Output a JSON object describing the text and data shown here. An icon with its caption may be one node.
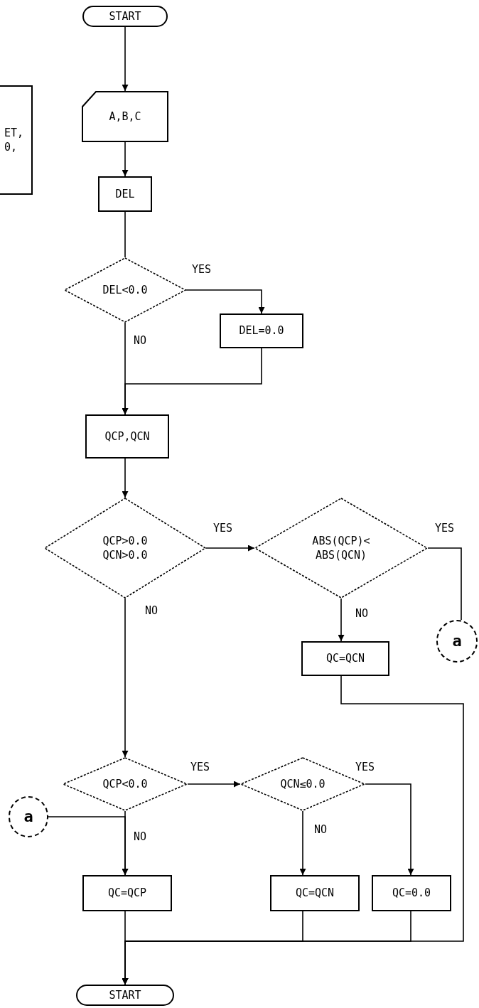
{
  "diagram": {
    "nodes": [
      {
        "text": [
          "START"
        ]
      },
      {
        "text": [
          "ET, 0,"
        ]
      },
      {
        "text": [
          "A,B,C"
        ]
      },
      {
        "text": [
          "DEL"
        ]
      },
      {
        "text": [
          "DEL<0.0"
        ]
      },
      {
        "text": [
          "DEL=0.0"
        ]
      },
      {
        "text": [
          "QCP,QCN"
        ]
      },
      {
        "text": [
          "QCP>0.0 QCN>0.0"
        ]
      },
      {
        "text": [
          "ABS(QCP)< ABS(QCN)"
        ]
      },
      {
        "text": [
          "a"
        ]
      },
      {
        "text": [
          "QC=QCN"
        ]
      },
      {
        "text": [
          "QCP<0.0"
        ]
      },
      {
        "text": [
          "QCN≤0.0"
        ]
      },
      {
        "text": [
          "a"
        ]
      },
      {
        "text": [
          "QC=QCP"
        ]
      },
      {
        "text": [
          "QC=QCN"
        ]
      },
      {
        "text": [
          "QC=0.0"
        ]
      },
      {
        "text": [
          "START"
        ]
      }
    ],
    "edges": [
      {
        "from": 0,
        "to": 2,
        "arrow": "to"
      },
      {
        "from": 2,
        "to": 3,
        "arrow": "to"
      },
      {
        "from": 3,
        "to": 4,
        "arrow": "none"
      },
      {
        "from": 4,
        "to": 5,
        "arrow": "to",
        "label": "YES"
      },
      {
        "from": 4,
        "to": 6,
        "arrow": "to",
        "label": "NO"
      },
      {
        "from": 5,
        "to": 6,
        "arrow": "to"
      },
      {
        "from": 6,
        "to": 7,
        "arrow": "to"
      },
      {
        "from": 7,
        "to": 8,
        "arrow": "to",
        "label": "YES"
      },
      {
        "from": 8,
        "to": 9,
        "arrow": "none",
        "label": "YES"
      },
      {
        "from": 8,
        "to": 10,
        "arrow": "to",
        "label": "NO"
      },
      {
        "from": 10,
        "to": 17,
        "arrow": "to"
      },
      {
        "from": 7,
        "to": 11,
        "arrow": "to",
        "label": "NO"
      },
      {
        "from": 11,
        "to": 12,
        "arrow": "to",
        "label": "YES"
      },
      {
        "from": 13,
        "to": 14,
        "arrow": "to"
      },
      {
        "from": 11,
        "to": 14,
        "arrow": "to",
        "label": "NO"
      },
      {
        "from": 12,
        "to": 15,
        "arrow": "to",
        "label": "NO"
      },
      {
        "from": 12,
        "to": 16,
        "arrow": "to",
        "label": "YES"
      },
      {
        "from": 14,
        "to": 17,
        "arrow": "to"
      },
      {
        "from": 15,
        "to": 17,
        "arrow": "to"
      },
      {
        "from": 16,
        "to": 17,
        "arrow": "to"
      }
    ]
  }
}
